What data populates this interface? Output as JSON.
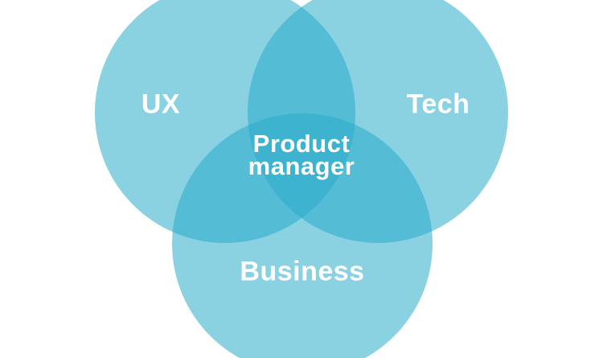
{
  "diagram": {
    "circles": [
      {
        "key": "ux",
        "label": "UX"
      },
      {
        "key": "tech",
        "label": "Tech"
      },
      {
        "key": "business",
        "label": "Business"
      }
    ],
    "center_label_line1": "Product",
    "center_label_line2": "manager",
    "colors": {
      "circle_fill": "#2aabcb",
      "circle_opacity": "0.55",
      "label_color": "#ffffff"
    }
  }
}
